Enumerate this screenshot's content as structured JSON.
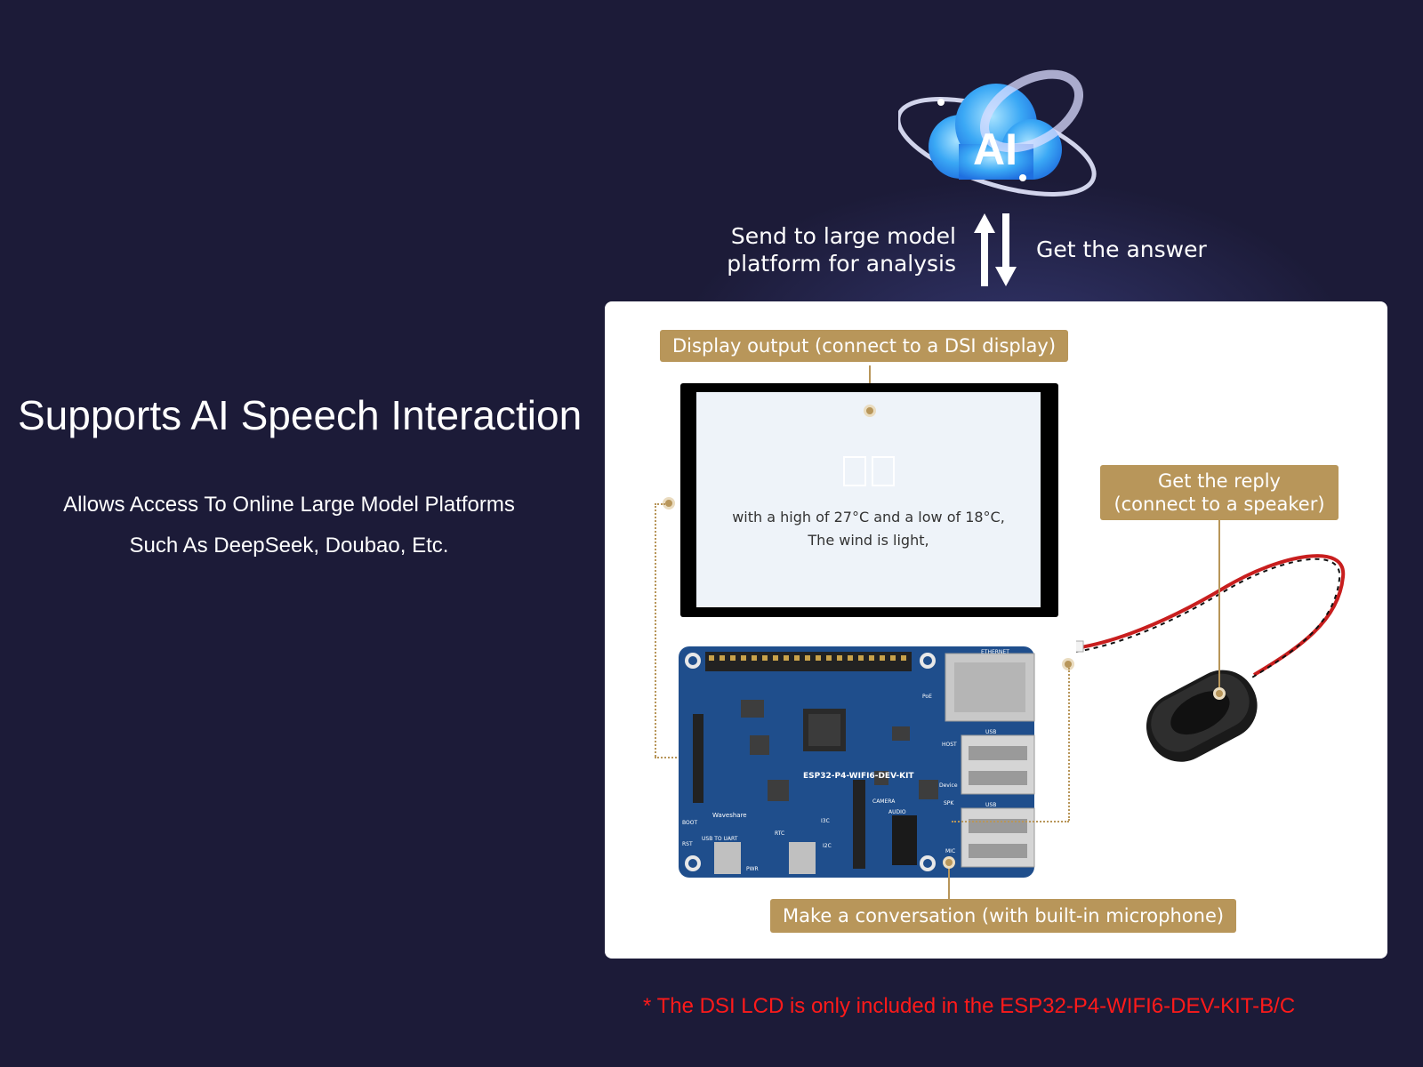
{
  "headline": {
    "title": "Supports AI Speech Interaction",
    "subtitle_lines": [
      "Allows Access To Online Large Model Platforms",
      "Such As DeepSeek, Doubao, Etc."
    ]
  },
  "ai_flow": {
    "logo_text": "AI",
    "send_lines": [
      "Send to large model",
      "platform for analysis"
    ],
    "get_text": "Get the answer"
  },
  "labels": {
    "display": "Display output (connect to a DSI display)",
    "reply_lines": [
      "Get the reply",
      "(connect to a speaker)"
    ],
    "conversation": "Make a conversation (with built-in microphone)"
  },
  "lcd": {
    "text_lines": [
      "with a high of 27°C and a low of 18°C,",
      "The wind is light,"
    ]
  },
  "board": {
    "name": "ESP32-P4-WIFI6-DEV-KIT",
    "brand": "Waveshare",
    "port_labels": [
      "ETHERNET",
      "USB",
      "USB",
      "HOST",
      "Device",
      "SPK",
      "AUDIO",
      "MIC",
      "CAMERA",
      "I3C",
      "I2C",
      "RTC",
      "USB TO UART",
      "PWR",
      "BOOT",
      "RST",
      "PoE"
    ]
  },
  "footnote": "* The DSI LCD is only included in the ESP32-P4-WIFI6-DEV-KIT-B/C",
  "colors": {
    "background": "#1c1b38",
    "label_gold": "#b8965a",
    "board_blue": "#1f4e8c",
    "footnote_red": "#ff1a1a"
  }
}
